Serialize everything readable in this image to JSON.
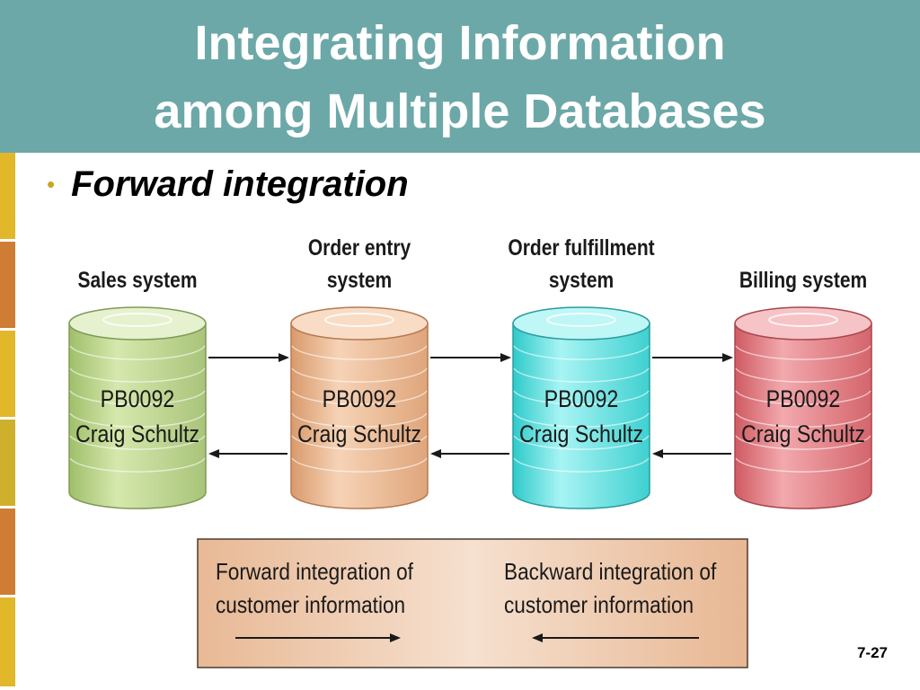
{
  "slide": {
    "title_line1": "Integrating Information",
    "title_line2": "among Multiple Databases",
    "bullet": "Forward integration",
    "page_number": "7-27"
  },
  "systems": [
    {
      "label_line1": "",
      "label_line2": "Sales system",
      "record_id": "PB0092",
      "record_name": "Craig Schultz",
      "color": "#b8d08a"
    },
    {
      "label_line1": "Order entry",
      "label_line2": "system",
      "record_id": "PB0092",
      "record_name": "Craig Schultz",
      "color": "#e9b58d"
    },
    {
      "label_line1": "Order fulfillment",
      "label_line2": "system",
      "record_id": "PB0092",
      "record_name": "Craig Schultz",
      "color": "#58dcdc"
    },
    {
      "label_line1": "",
      "label_line2": "Billing system",
      "record_id": "PB0092",
      "record_name": "Craig Schultz",
      "color": "#e07a80"
    }
  ],
  "legend": {
    "forward_line1": "Forward integration of",
    "forward_line2": "customer information",
    "backward_line1": "Backward integration of",
    "backward_line2": "customer information"
  },
  "colors": {
    "title_bar": "#6da8a8",
    "bullet": "#c7a820",
    "sidebar_yellow": "#e1b82a",
    "sidebar_orange": "#cf7d34",
    "legend_fill": "#edc9ad"
  }
}
